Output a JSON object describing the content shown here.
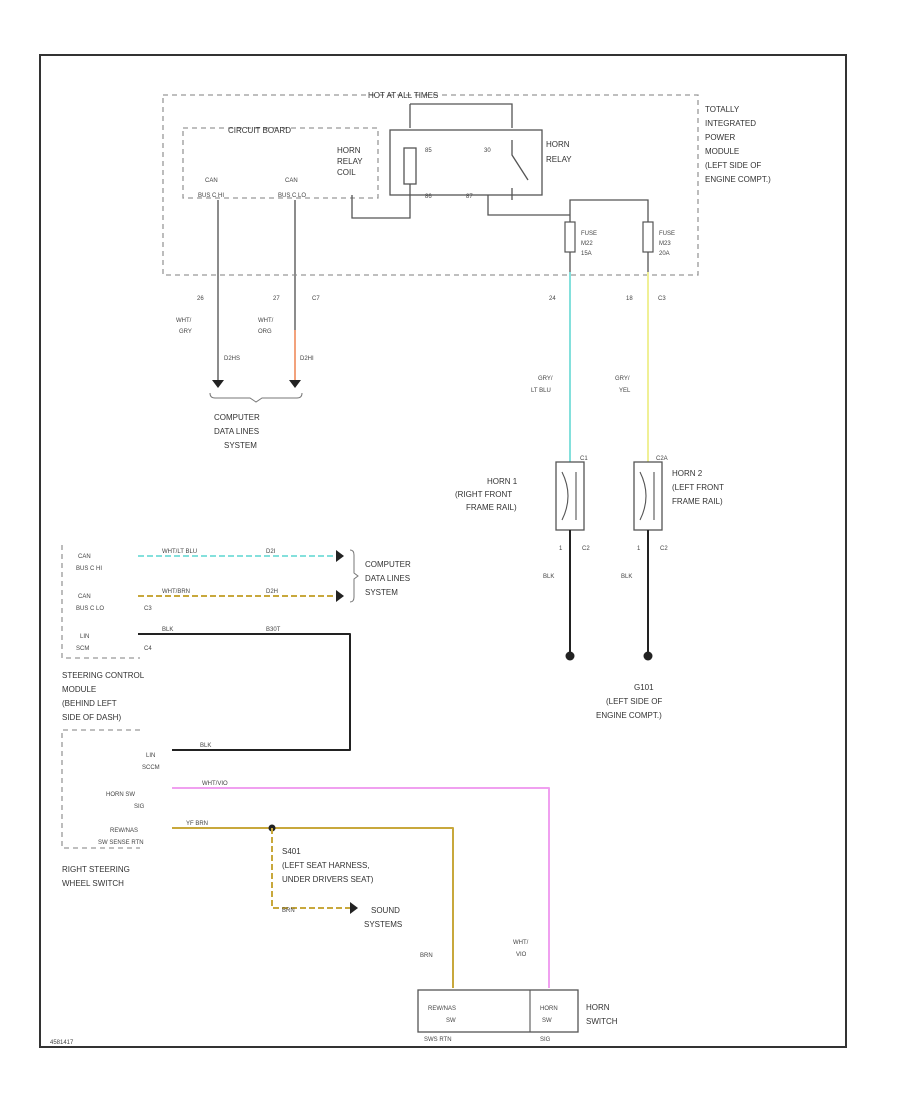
{
  "colors": {
    "gray": "#8c8c8c",
    "orange": "#f2a27c",
    "lt_blu": "#84e0dc",
    "yellow": "#f0f096",
    "yellow_dark": "#c8a83c",
    "pink": "#f0a0f0",
    "black": "#222222"
  },
  "tipm": {
    "header": "HOT AT ALL TIMES",
    "circuit_board": "CIRCUIT BOARD",
    "horn_relay_coil": [
      "HORN",
      "RELAY",
      "COIL"
    ],
    "relay_pin_85": "85",
    "relay_pin_30": "30",
    "relay_pin_86": "86",
    "relay_pin_87": "87",
    "horn_relay": [
      "HORN",
      "RELAY"
    ],
    "can_c_hi": [
      "CAN",
      "BUS C HI"
    ],
    "can_c_lo": [
      "CAN",
      "BUS C LO"
    ],
    "fuse_1": [
      "FUSE",
      "M22",
      "15A"
    ],
    "fuse_2": [
      "FUSE",
      "M23",
      "20A"
    ],
    "module_name": [
      "TOTALLY",
      "INTEGRATED",
      "POWER",
      "MODULE",
      "(LEFT SIDE OF",
      "ENGINE COMPT.)"
    ]
  },
  "wires": {
    "pin_26": "26",
    "pin_27": "27",
    "conn_c7": "C7",
    "w1_color": [
      "WHT/",
      "GRY"
    ],
    "w1_circuit": "D2HS",
    "w2_color": [
      "WHT/",
      "ORG"
    ],
    "w2_circuit": "D2HI",
    "pin_24": "24",
    "pin_18": "18",
    "conn_c3": "C3",
    "w3_color": [
      "GRY/",
      "LT BLU"
    ],
    "w4_color": [
      "GRY/",
      "YEL"
    ],
    "gnd_color_1": "BLK",
    "gnd_color_2": "BLK"
  },
  "computer_data_1": [
    "COMPUTER",
    "DATA LINES",
    "SYSTEM"
  ],
  "horn1": {
    "conn": "C1",
    "name": [
      "HORN 1",
      "(RIGHT FRONT",
      "FRAME RAIL)"
    ],
    "pin": "1",
    "conn2": "C2"
  },
  "horn2": {
    "conn": "C2A",
    "name": [
      "HORN 2",
      "(LEFT FRONT",
      "FRAME RAIL)"
    ],
    "pin": "1",
    "conn2": "C2"
  },
  "ground": {
    "id": "G101",
    "location": [
      "(LEFT SIDE OF",
      "ENGINE COMPT.)"
    ]
  },
  "scm": {
    "can_hi": [
      "CAN",
      "BUS C HI"
    ],
    "can_lo": [
      "CAN",
      "BUS C LO"
    ],
    "c3": "C3",
    "lin_scm": [
      "LIN",
      "SCM"
    ],
    "c4": "C4",
    "wire_hi_color": "WHT/LT BLU",
    "wire_hi_circuit": "D2I",
    "wire_lo_color": "WHT/BRN",
    "wire_lo_circuit": "D2H",
    "lin_wire_color": "BLK",
    "lin_wire_circuit": "B30T",
    "name": [
      "STEERING CONTROL",
      "MODULE",
      "(BEHIND LEFT",
      "SIDE OF DASH)"
    ]
  },
  "computer_data_2": [
    "COMPUTER",
    "DATA LINES",
    "SYSTEM"
  ],
  "rsws": {
    "lin": [
      "LIN",
      "SCCM"
    ],
    "lin_wire": "BLK",
    "horn_sw": [
      "HORN SW",
      "SIG"
    ],
    "horn_wire": "WHT/VIO",
    "rew": [
      "REW/NAS",
      "SW SENSE RTN"
    ],
    "rew_wire": "YF BRN",
    "name": [
      "RIGHT STEERING",
      "WHEEL SWITCH"
    ]
  },
  "splice": {
    "id": "S401",
    "desc": [
      "(LEFT SEAT HARNESS,",
      "UNDER DRIVERS SEAT)"
    ],
    "branch_wire": "BRN",
    "sound": [
      "SOUND",
      "SYSTEMS"
    ]
  },
  "horn_switch": {
    "w_left": "BRN",
    "w_right_1": "WHT/",
    "w_right_2": "VIO",
    "cell_1": [
      "REW/NAS",
      "SW"
    ],
    "cell_2": [
      "HORN",
      "SW"
    ],
    "bottom_1": "SWS RTN",
    "bottom_2": "SIG",
    "name": [
      "HORN",
      "SWITCH"
    ]
  },
  "footer_code": "4581417"
}
